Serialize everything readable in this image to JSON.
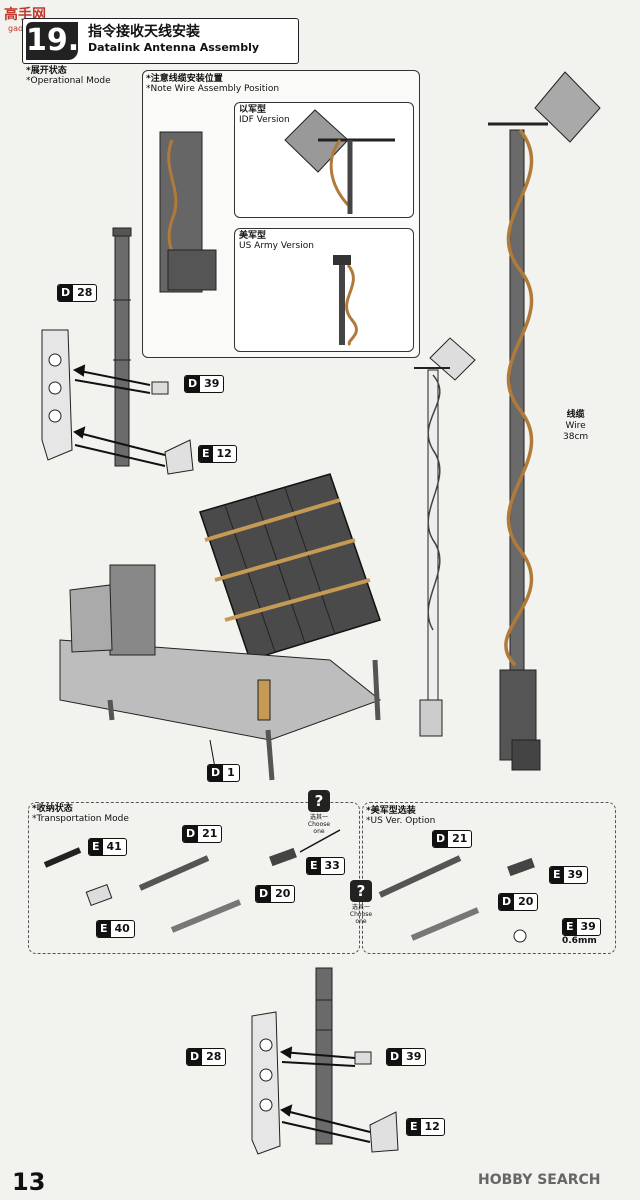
{
  "watermark": {
    "logo": "高手网",
    "url": "gaoshou.com"
  },
  "step": {
    "number": "19.",
    "title_cn": "指令接收天线安装",
    "title_en": "Datalink Antenna Assembly"
  },
  "operational": {
    "cn": "*展开状态",
    "en": "*Operational Mode"
  },
  "note": {
    "cn": "*注意线缆安装位置",
    "en": "*Note Wire Assembly Position"
  },
  "idf": {
    "cn": "以军型",
    "en": "IDF Version"
  },
  "usarmy": {
    "cn": "美军型",
    "en": "US Army Version"
  },
  "wire": {
    "cn": "线缆",
    "en": "Wire",
    "length": "38cm"
  },
  "transport": {
    "cn": "*收纳状态",
    "en": "*Transportation Mode"
  },
  "usopt": {
    "cn": "*美军型选装",
    "en": "*US Ver. Option"
  },
  "choose": {
    "cn": "选其一",
    "en": "Choose one"
  },
  "q": "?",
  "wire_size": "0.6mm",
  "parts": {
    "d28a": {
      "k": "D",
      "n": "28"
    },
    "d39a": {
      "k": "D",
      "n": "39"
    },
    "e12a": {
      "k": "E",
      "n": "12"
    },
    "d1": {
      "k": "D",
      "n": "1"
    },
    "e41": {
      "k": "E",
      "n": "41"
    },
    "e40": {
      "k": "E",
      "n": "40"
    },
    "d21a": {
      "k": "D",
      "n": "21"
    },
    "e33": {
      "k": "E",
      "n": "33"
    },
    "d20a": {
      "k": "D",
      "n": "20"
    },
    "d21b": {
      "k": "D",
      "n": "21"
    },
    "e39a": {
      "k": "E",
      "n": "39"
    },
    "d20b": {
      "k": "D",
      "n": "20"
    },
    "e39b": {
      "k": "E",
      "n": "39"
    },
    "d28b": {
      "k": "D",
      "n": "28"
    },
    "d39b": {
      "k": "D",
      "n": "39"
    },
    "e12b": {
      "k": "E",
      "n": "12"
    }
  },
  "page_number": "13",
  "brand": "HOBBY SEARCH"
}
